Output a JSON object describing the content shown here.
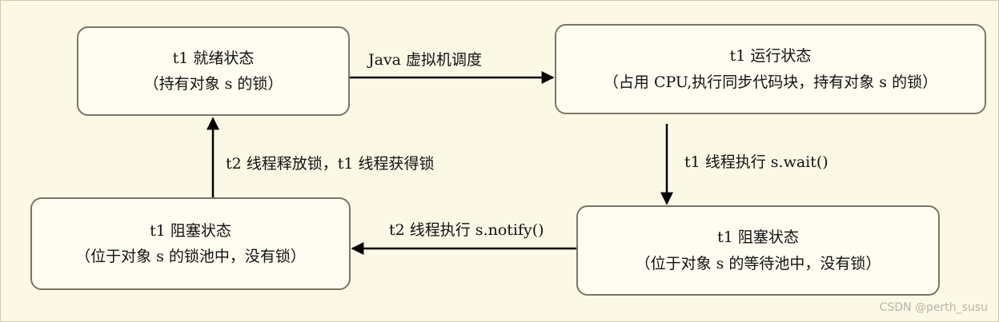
{
  "states": {
    "ready": {
      "title": "t1 就绪状态",
      "detail": "（持有对象 s 的锁）"
    },
    "running": {
      "title": "t1 运行状态",
      "detail": "（占用 CPU,执行同步代码块，持有对象 s 的锁）"
    },
    "lock_pool": {
      "title": "t1 阻塞状态",
      "detail": "（位于对象 s 的锁池中，没有锁）"
    },
    "wait_pool": {
      "title": "t1 阻塞状态",
      "detail": "（位于对象 s 的等待池中，没有锁）"
    }
  },
  "transitions": {
    "schedule": "Java 虚拟机调度",
    "wait": "t1 线程执行 s.wait()",
    "notify": "t2 线程执行 s.notify()",
    "release": "t2 线程释放锁，t1 线程获得锁"
  },
  "watermark": "CSDN @perth_susu",
  "colors": {
    "background": "#fbf8e6",
    "box_border": "#7a7568",
    "arrow": "#000000"
  }
}
